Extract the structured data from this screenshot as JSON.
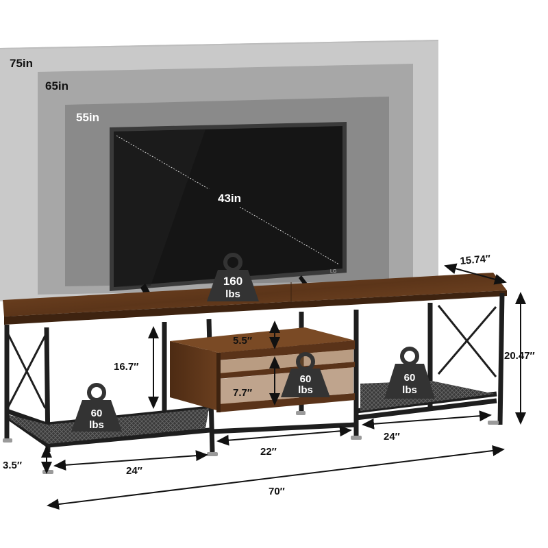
{
  "tv_sizes": {
    "s75": "75in",
    "s65": "65in",
    "s55": "55in",
    "s43": "43in"
  },
  "weights": {
    "top": {
      "value": "160",
      "unit": "lbs"
    },
    "left_shelf": {
      "value": "60",
      "unit": "lbs"
    },
    "middle_shelf": {
      "value": "60",
      "unit": "lbs"
    },
    "right_shelf": {
      "value": "60",
      "unit": "lbs"
    }
  },
  "dimensions": {
    "depth": "15.74″",
    "height": "20.47″",
    "leg_height": "16.7″",
    "upper_gap": "5.5″",
    "lower_gap": "7.7″",
    "middle_width": "22″",
    "right_width": "24″",
    "left_width": "24″",
    "clearance": "3.5″",
    "total_width": "70″"
  },
  "tv_brand": "LG",
  "colors": {
    "wood": "#6b3f1f",
    "metal": "#1e1e1e",
    "screen": "#1b1b1b"
  }
}
